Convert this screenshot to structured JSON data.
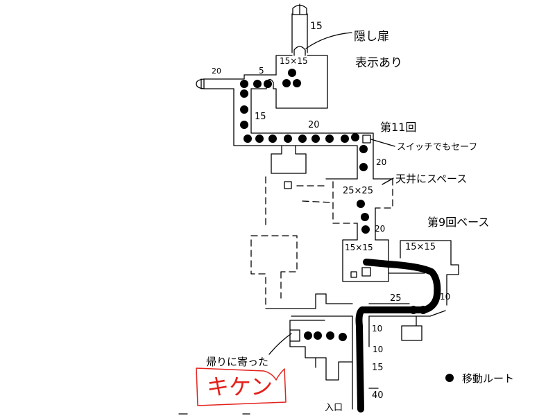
{
  "tower": {
    "height_label": "15"
  },
  "hidden_door": {
    "line1": "隠し扉",
    "line2": "表示あり"
  },
  "rooms": {
    "top": {
      "size": "15×15"
    },
    "middle": {
      "size": "25×25"
    },
    "base_left": {
      "size": "15×15"
    },
    "base_right": {
      "size": "15×15"
    }
  },
  "corridors": {
    "west": "20",
    "west_step": "5",
    "north_drop": "15",
    "upper_hall": "20",
    "switch_drop": "20",
    "lower_drop": "20",
    "base_link": "25",
    "base_loop": "10",
    "entry_a": "10",
    "entry_b": "10",
    "entry_c": "15",
    "entry_d": "40"
  },
  "notes": {
    "floor_11": "第11回",
    "switch": "スイッチでもセーフ",
    "ceiling": "天井にスペース",
    "floor_9": "第9回ベース",
    "detour": "帰りに寄った",
    "danger": "キケン",
    "entrance": "入口"
  },
  "legend": {
    "icon": "route-dot-icon",
    "label": "移動ルート"
  },
  "colors": {
    "ink": "#000000",
    "danger": "#e3221c",
    "paper": "#ffffff"
  }
}
